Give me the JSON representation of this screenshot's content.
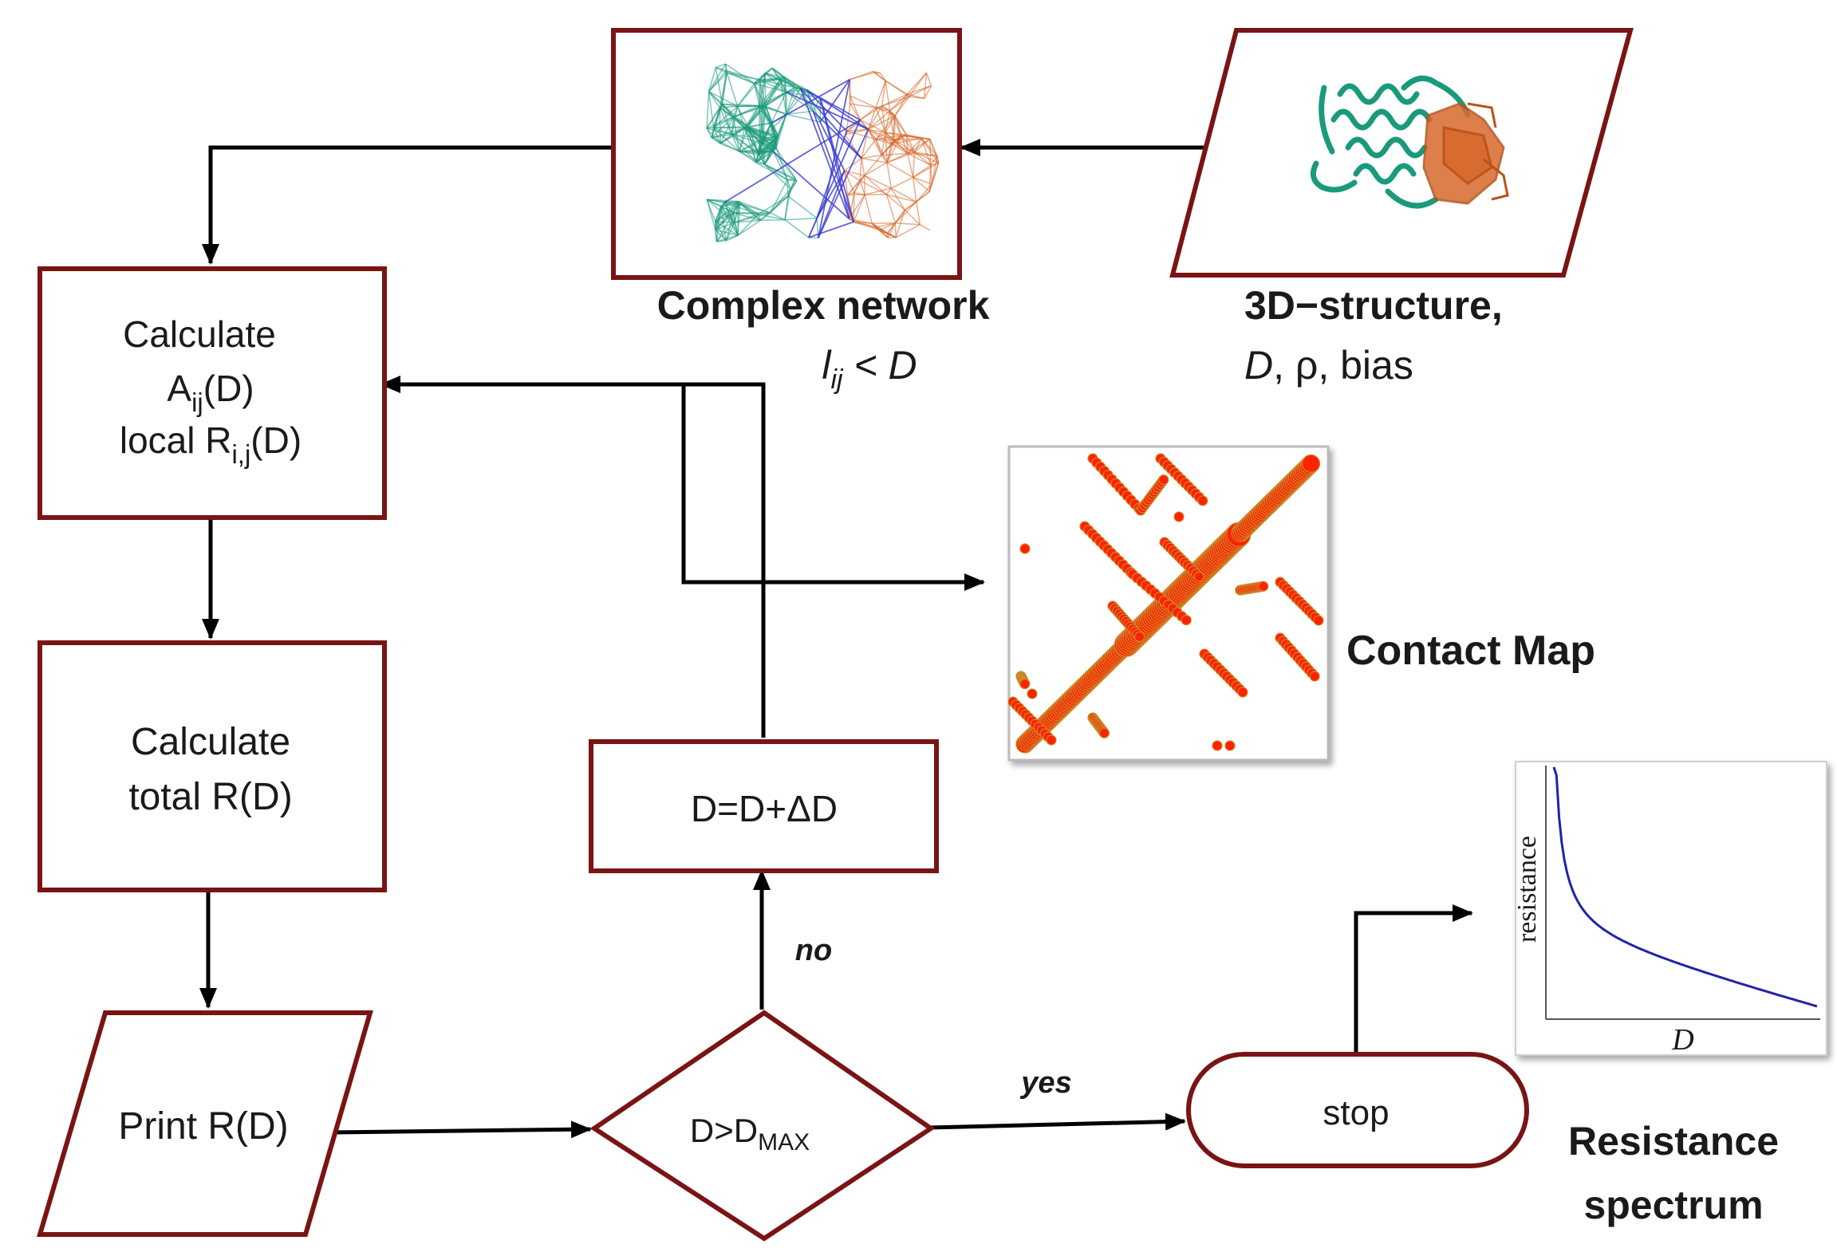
{
  "colors": {
    "box_border": "#7a1414",
    "arrow": "#000000",
    "contact_red": "#ff2200",
    "contact_edge": "#c98a2a",
    "network_teal": "#1a9a7c",
    "network_orange": "#d8692c",
    "network_blue": "#3a3ad0",
    "curve_blue": "#2222aa"
  },
  "nodes": {
    "calc_local": {
      "line1": "Calculate",
      "line2_main": "A",
      "line2_sub": "ij",
      "line2_tail": "(D)",
      "line3_main": "local R",
      "line3_sub": "i,j",
      "line3_tail": "(D)"
    },
    "calc_total": {
      "line1": "Calculate",
      "line2": "total R(D)"
    },
    "print": {
      "label": "Print R(D)"
    },
    "decision": {
      "main": "D>D",
      "sub": "MAX"
    },
    "increment": {
      "label": "D=D+ΔD"
    },
    "stop": {
      "label": "stop"
    }
  },
  "edges": {
    "no_label": "no",
    "yes_label": "yes"
  },
  "captions": {
    "complex_network": "Complex network",
    "network_cond_l": "l",
    "network_cond_sub": "ij",
    "network_cond_rest": " < D",
    "structure_line1": "3D−structure,",
    "structure_line2_d": "D",
    "structure_line2_rest": ", ρ, bias",
    "contact_map": "Contact Map",
    "resistance_line1": "Resistance",
    "resistance_line2": "spectrum"
  },
  "resistance_plot": {
    "xlabel": "D",
    "ylabel": "resistance"
  },
  "icons": {
    "network_image": "complex-network-graph-icon",
    "protein_image": "protein-3d-structure-icon",
    "contact_image": "contact-map-icon",
    "plot_image": "resistance-curve-icon"
  }
}
